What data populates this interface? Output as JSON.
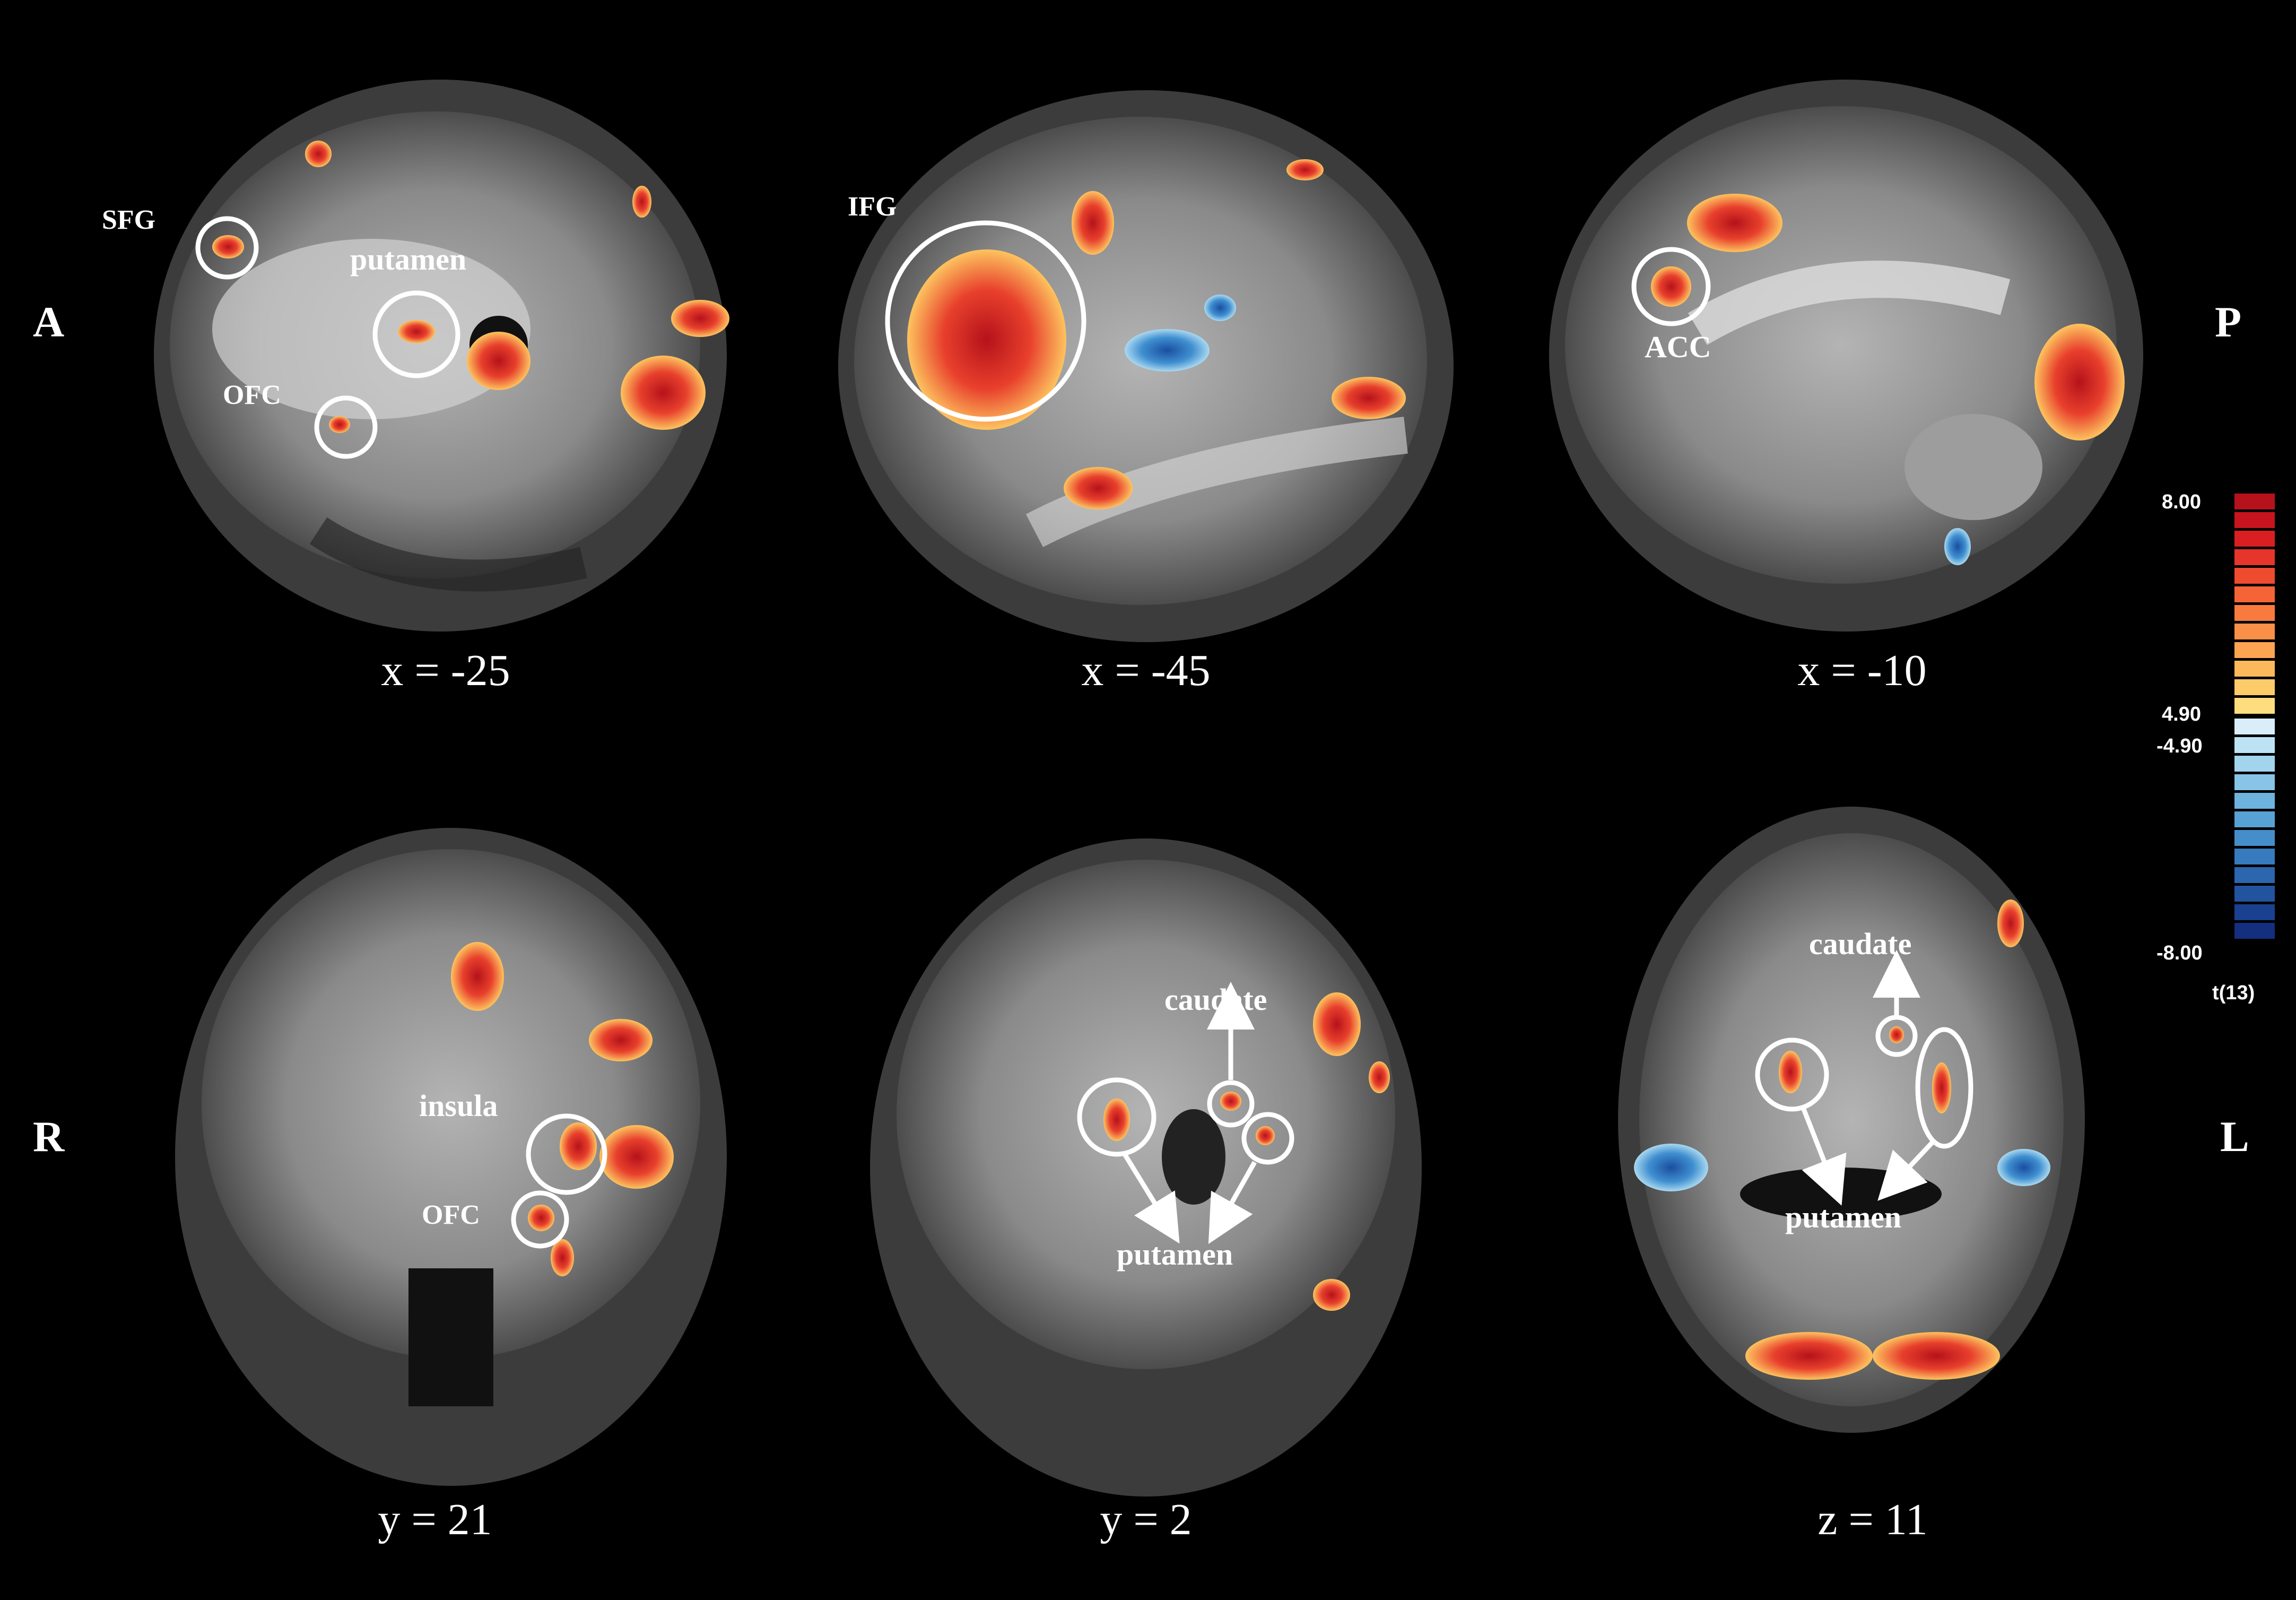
{
  "orientation": {
    "anterior": "A",
    "posterior": "P",
    "right": "R",
    "left": "L"
  },
  "panels": [
    {
      "coord": "x = -25",
      "regions": [
        "SFG",
        "putamen",
        "OFC"
      ]
    },
    {
      "coord": "x = -45",
      "regions": [
        "IFG"
      ]
    },
    {
      "coord": "x = -10",
      "regions": [
        "ACC"
      ]
    },
    {
      "coord": "y = 21",
      "regions": [
        "insula",
        "OFC"
      ]
    },
    {
      "coord": "y = 2",
      "regions": [
        "caudate",
        "putamen"
      ]
    },
    {
      "coord": "z = 11",
      "regions": [
        "caudate",
        "putamen"
      ]
    }
  ],
  "colorbar": {
    "max": "8.00",
    "pos_threshold": "4.90",
    "neg_threshold": "-4.90",
    "min": "-8.00",
    "unit": "t(13)",
    "positive_colors": [
      "#b5121b",
      "#c8141e",
      "#d91f21",
      "#e6352a",
      "#ef4b2f",
      "#f56436",
      "#f87a3e",
      "#fa9048",
      "#fba552",
      "#fcb95c",
      "#fdcb69",
      "#fedd7e"
    ],
    "negative_colors": [
      "#d9eef8",
      "#bde2f3",
      "#a2d4ed",
      "#87c4e6",
      "#6db3de",
      "#58a1d4",
      "#468ec9",
      "#377abd",
      "#2b66ae",
      "#22539f",
      "#1a418f",
      "#132f7e"
    ]
  }
}
